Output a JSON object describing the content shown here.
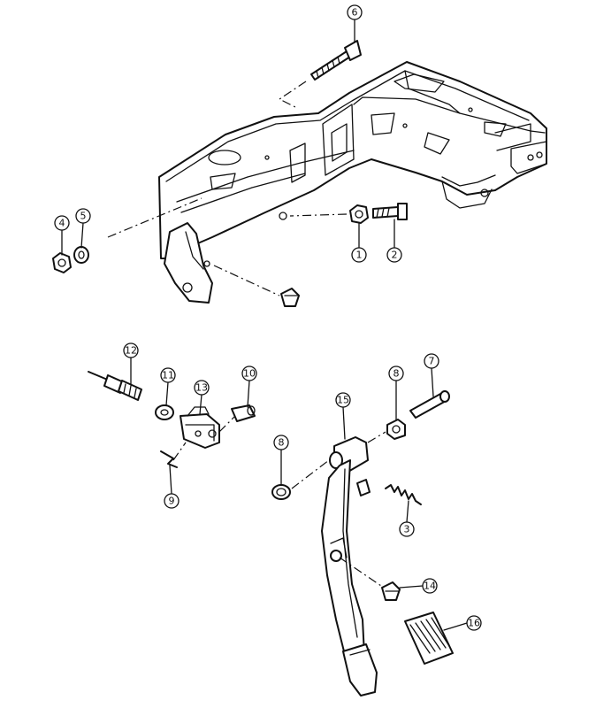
{
  "callouts": [
    "1",
    "2",
    "3",
    "4",
    "5",
    "6",
    "7",
    "8",
    "8",
    "9",
    "10",
    "11",
    "12",
    "13",
    "14",
    "15",
    "16"
  ]
}
